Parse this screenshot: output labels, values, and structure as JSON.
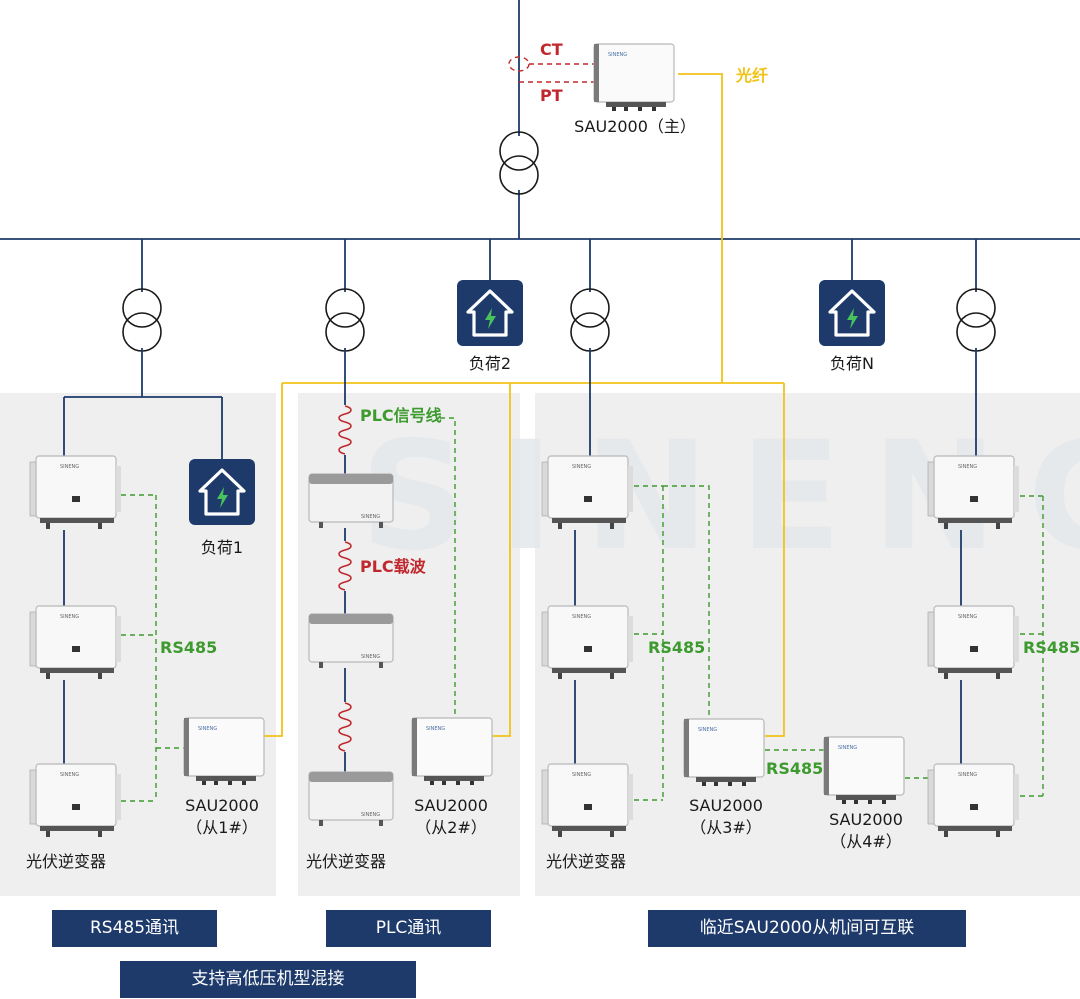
{
  "watermark": "SINENG",
  "labels": {
    "ct": "CT",
    "pt": "PT",
    "fiber": "光纤",
    "sau_master": "SAU2000（主）",
    "load1": "负荷1",
    "load2": "负荷2",
    "loadN": "负荷N",
    "plc_signal": "PLC信号线",
    "plc_carrier": "PLC载波",
    "rs485_a": "RS485",
    "rs485_b": "RS485",
    "rs485_c": "RS485",
    "rs485_d": "RS485",
    "sau1_name": "SAU2000",
    "sau1_sub": "（从1#）",
    "sau2_name": "SAU2000",
    "sau2_sub": "（从2#）",
    "sau3_name": "SAU2000",
    "sau3_sub": "（从3#）",
    "sau4_name": "SAU2000",
    "sau4_sub": "（从4#）",
    "inv1": "光伏逆变器",
    "inv2": "光伏逆变器",
    "inv3": "光伏逆变器"
  },
  "tags": {
    "rs485": "RS485通讯",
    "plc": "PLC通讯",
    "neighbor": "临近SAU2000从机间可互联",
    "mixed": "支持高低压机型混接"
  },
  "colors": {
    "bus": "#1d3a6b",
    "fiber": "#f2c318",
    "rs485": "#3d9a2e",
    "ctpt": "#c0282d",
    "tag_bg": "#1d3a6b",
    "panel": "#efefef"
  }
}
